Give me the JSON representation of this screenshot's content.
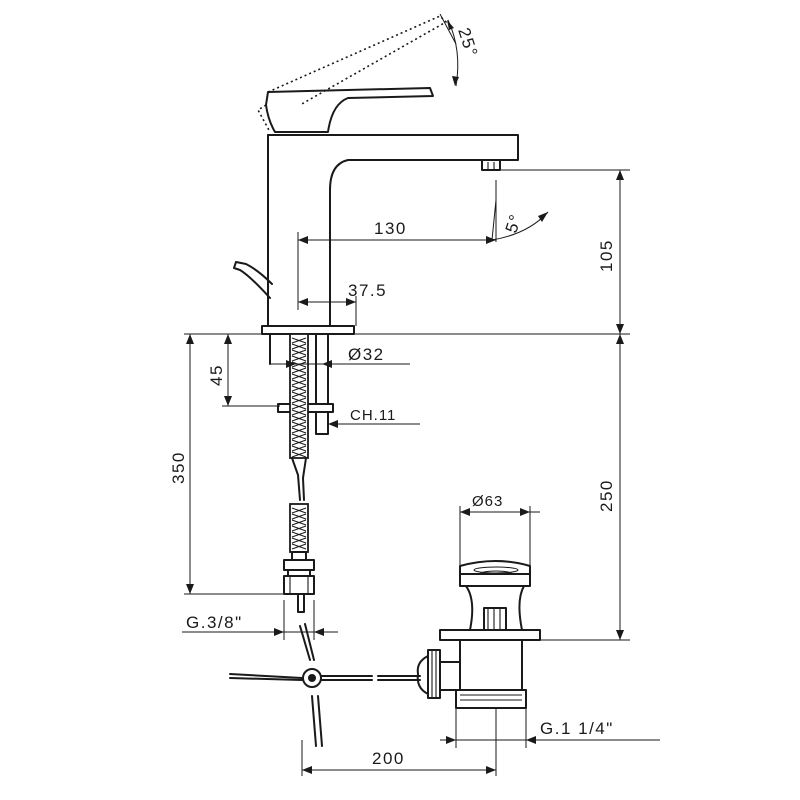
{
  "drawing": {
    "dimensions": {
      "lever_angle": "25°",
      "spout_angle": "5°",
      "spout_reach": "130",
      "spout_height": "105",
      "base_offset": "37.5",
      "shank_diameter": "Ø32",
      "thread_length": "45",
      "nut_size": "CH.11",
      "hose_length": "350",
      "waste_length": "250",
      "waste_diameter": "Ø63",
      "hose_connection": "G.3/8\"",
      "rod_length": "200",
      "waste_thread": "G.1 1/4\""
    }
  }
}
